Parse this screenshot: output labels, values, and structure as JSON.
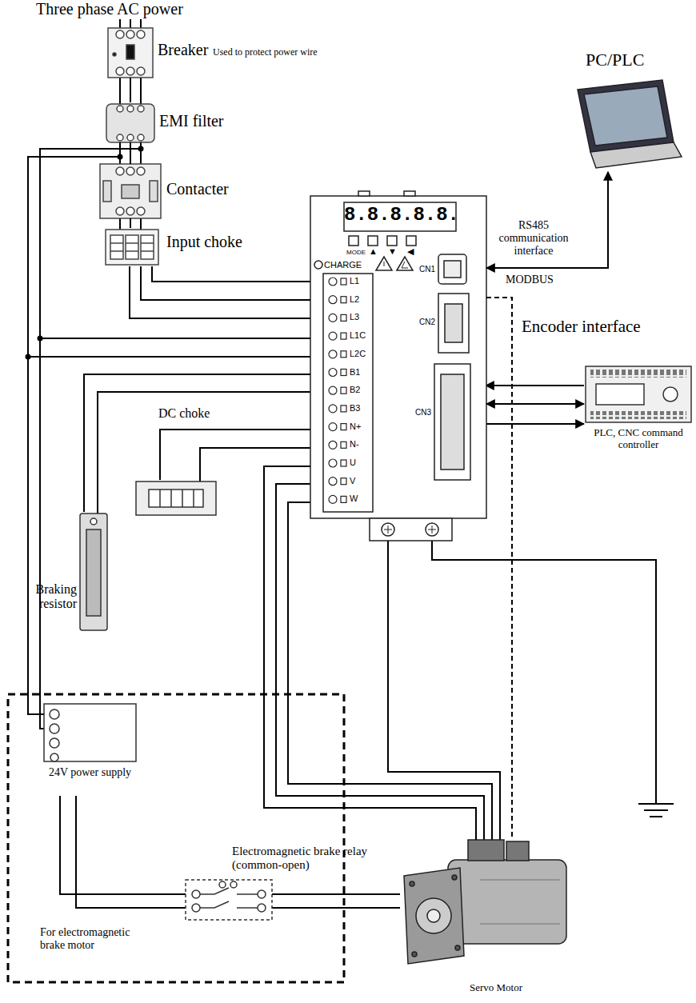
{
  "diagram": {
    "nodes": [
      {
        "text": [
          "Breaker"
        ]
      },
      {
        "text": [
          "EMI filter"
        ]
      },
      {
        "text": [
          "Contacter"
        ]
      },
      {
        "text": [
          "Input choke"
        ]
      },
      {
        "text": [
          "8.8.8.8.8.",
          "MODE",
          "▲",
          "▼",
          "◀",
          "CHARGE",
          "CN1",
          "CN2",
          "CN3"
        ]
      },
      {
        "text": [
          "PC/PLC"
        ]
      },
      {
        "text": [
          "PLC, CNC command controller"
        ]
      },
      {
        "text": [
          "Braking resistor"
        ]
      },
      {
        "text": [
          "DC choke"
        ]
      },
      {
        "text": [
          "24V power supply"
        ]
      },
      {
        "text": [
          "Electromagnetic brake relay (common-open)"
        ]
      },
      {
        "text": [
          "Servo Motor"
        ]
      }
    ],
    "edges": [
      {
        "from": 0,
        "to": 1,
        "arrow": "none"
      },
      {
        "from": 1,
        "to": 2,
        "arrow": "none"
      },
      {
        "from": 2,
        "to": 3,
        "arrow": "none"
      },
      {
        "from": 3,
        "to": 4,
        "arrow": "none"
      },
      {
        "from": 1,
        "to": 4,
        "arrow": "none"
      },
      {
        "from": 1,
        "to": 9,
        "arrow": "none"
      },
      {
        "from": 4,
        "to": 7,
        "arrow": "none"
      },
      {
        "from": 4,
        "to": 8,
        "arrow": "none"
      },
      {
        "from": 4,
        "to": 11,
        "arrow": "none"
      },
      {
        "from": 4,
        "to": 11,
        "arrow": "none"
      },
      {
        "from": 4,
        "to": 5,
        "label": "RS485 communication interface",
        "arrow": "both"
      },
      {
        "from": 4,
        "to": 6,
        "arrow": "both"
      },
      {
        "from": 9,
        "to": 10,
        "arrow": "none"
      },
      {
        "from": 10,
        "to": 11,
        "arrow": "none"
      }
    ],
    "labels": [
      "Three phase AC power",
      "Used to protect power wire",
      "MODBUS",
      "Encoder interface",
      "For electromagnetic brake motor",
      "L1",
      "L2",
      "L3",
      "L1C",
      "L2C",
      "B1",
      "B2",
      "B3",
      "N+",
      "N-",
      "U",
      "V",
      "W"
    ]
  }
}
